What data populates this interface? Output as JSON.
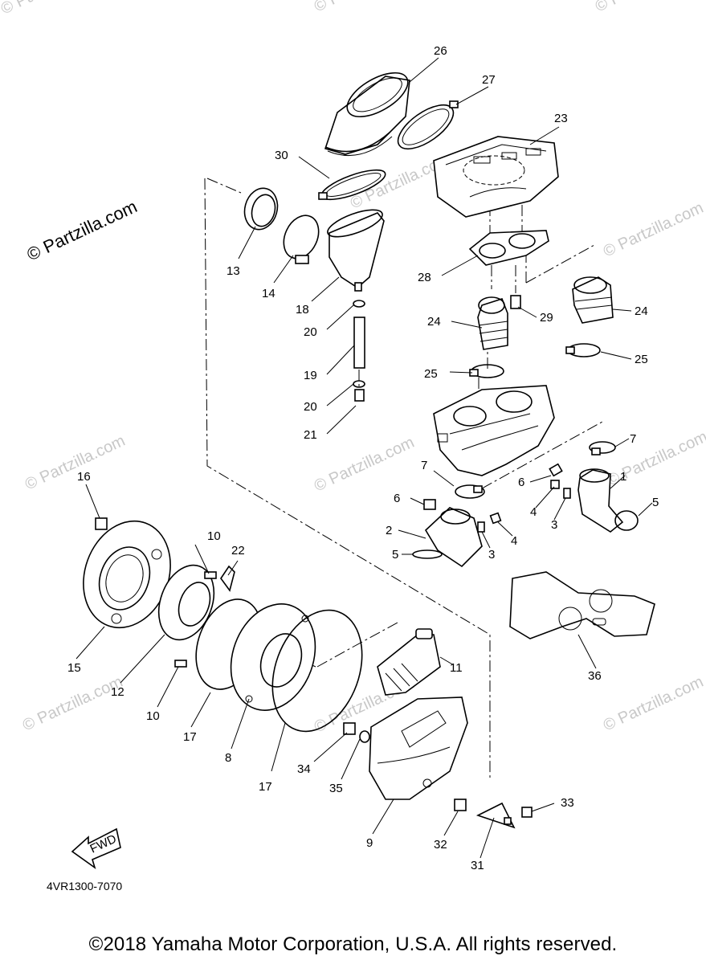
{
  "watermark": "© Partzilla.com",
  "diagram_code": "4VR1300-7070",
  "fwd_label": "FWD",
  "copyright": "©2018 Yamaha Motor Corporation, U.S.A. All rights reserved.",
  "callouts": [
    {
      "id": "c1",
      "label": "1"
    },
    {
      "id": "c2",
      "label": "2"
    },
    {
      "id": "c3a",
      "label": "3"
    },
    {
      "id": "c3b",
      "label": "3"
    },
    {
      "id": "c4a",
      "label": "4"
    },
    {
      "id": "c4b",
      "label": "4"
    },
    {
      "id": "c5a",
      "label": "5"
    },
    {
      "id": "c5b",
      "label": "5"
    },
    {
      "id": "c6a",
      "label": "6"
    },
    {
      "id": "c6b",
      "label": "6"
    },
    {
      "id": "c7a",
      "label": "7"
    },
    {
      "id": "c7b",
      "label": "7"
    },
    {
      "id": "c8",
      "label": "8"
    },
    {
      "id": "c9",
      "label": "9"
    },
    {
      "id": "c10a",
      "label": "10"
    },
    {
      "id": "c10b",
      "label": "10"
    },
    {
      "id": "c11",
      "label": "11"
    },
    {
      "id": "c12",
      "label": "12"
    },
    {
      "id": "c13",
      "label": "13"
    },
    {
      "id": "c14",
      "label": "14"
    },
    {
      "id": "c15",
      "label": "15"
    },
    {
      "id": "c16",
      "label": "16"
    },
    {
      "id": "c17a",
      "label": "17"
    },
    {
      "id": "c17b",
      "label": "17"
    },
    {
      "id": "c18",
      "label": "18"
    },
    {
      "id": "c19",
      "label": "19"
    },
    {
      "id": "c20a",
      "label": "20"
    },
    {
      "id": "c20b",
      "label": "20"
    },
    {
      "id": "c21",
      "label": "21"
    },
    {
      "id": "c22",
      "label": "22"
    },
    {
      "id": "c23",
      "label": "23"
    },
    {
      "id": "c24a",
      "label": "24"
    },
    {
      "id": "c24b",
      "label": "24"
    },
    {
      "id": "c25a",
      "label": "25"
    },
    {
      "id": "c25b",
      "label": "25"
    },
    {
      "id": "c26",
      "label": "26"
    },
    {
      "id": "c27",
      "label": "27"
    },
    {
      "id": "c28",
      "label": "28"
    },
    {
      "id": "c29",
      "label": "29"
    },
    {
      "id": "c30",
      "label": "30"
    },
    {
      "id": "c31",
      "label": "31"
    },
    {
      "id": "c32",
      "label": "32"
    },
    {
      "id": "c33",
      "label": "33"
    },
    {
      "id": "c34",
      "label": "34"
    },
    {
      "id": "c35",
      "label": "35"
    },
    {
      "id": "c36",
      "label": "36"
    }
  ]
}
